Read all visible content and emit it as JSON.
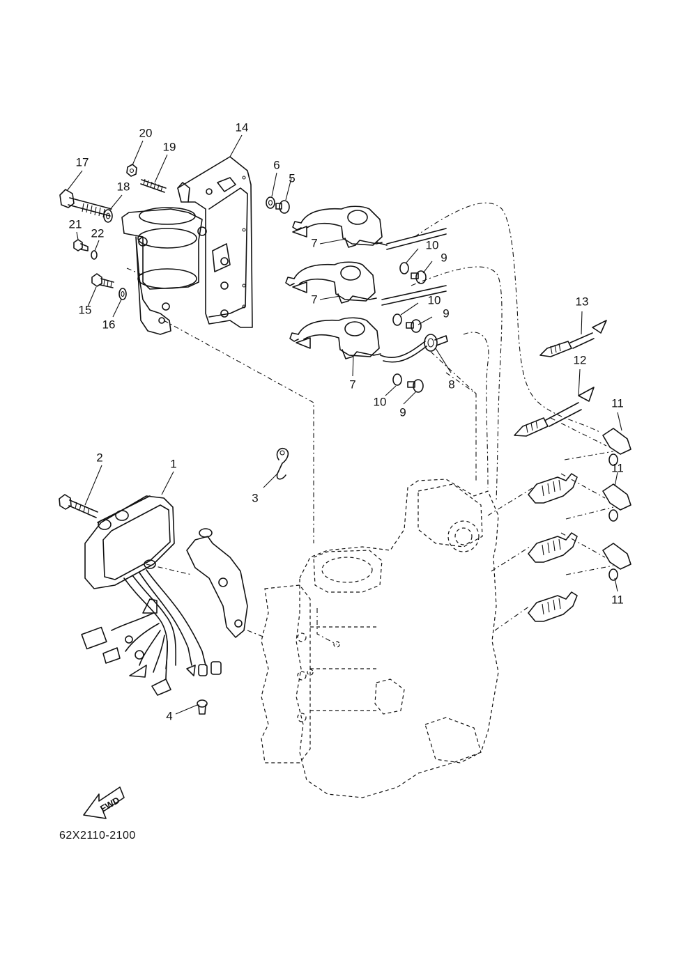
{
  "diagram": {
    "code": "62X2110-2100",
    "direction_label": "FWD",
    "callouts": [
      {
        "id": "c1",
        "label": "1"
      },
      {
        "id": "c2",
        "label": "2"
      },
      {
        "id": "c3",
        "label": "3"
      },
      {
        "id": "c4",
        "label": "4"
      },
      {
        "id": "c5",
        "label": "5"
      },
      {
        "id": "c6",
        "label": "6"
      },
      {
        "id": "c7a",
        "label": "7"
      },
      {
        "id": "c7b",
        "label": "7"
      },
      {
        "id": "c7c",
        "label": "7"
      },
      {
        "id": "c8",
        "label": "8"
      },
      {
        "id": "c9a",
        "label": "9"
      },
      {
        "id": "c9b",
        "label": "9"
      },
      {
        "id": "c9c",
        "label": "9"
      },
      {
        "id": "c10a",
        "label": "10"
      },
      {
        "id": "c10b",
        "label": "10"
      },
      {
        "id": "c10c",
        "label": "10"
      },
      {
        "id": "c11a",
        "label": "11"
      },
      {
        "id": "c11b",
        "label": "11"
      },
      {
        "id": "c11c",
        "label": "11"
      },
      {
        "id": "c12",
        "label": "12"
      },
      {
        "id": "c13",
        "label": "13"
      },
      {
        "id": "c14",
        "label": "14"
      },
      {
        "id": "c15",
        "label": "15"
      },
      {
        "id": "c16",
        "label": "16"
      },
      {
        "id": "c17",
        "label": "17"
      },
      {
        "id": "c18",
        "label": "18"
      },
      {
        "id": "c19",
        "label": "19"
      },
      {
        "id": "c20",
        "label": "20"
      },
      {
        "id": "c21",
        "label": "21"
      },
      {
        "id": "c22",
        "label": "22"
      }
    ]
  }
}
